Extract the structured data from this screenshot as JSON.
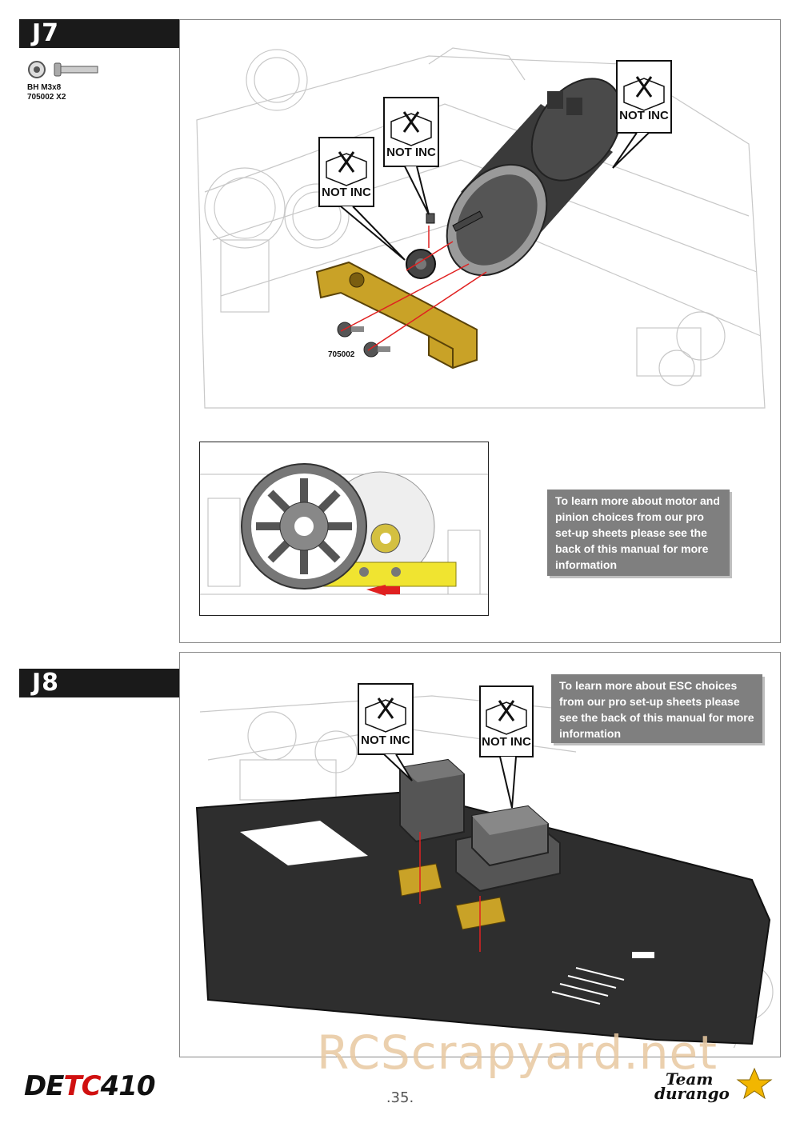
{
  "steps": {
    "j7": {
      "label": "J7",
      "parts": {
        "line1": "BH  M3x8",
        "line2": "705002  X2"
      },
      "not_inc": [
        "NOT INC",
        "NOT INC",
        "NOT INC"
      ],
      "part_number": "705002",
      "note": "To learn more about motor and pinion choices from our pro set-up sheets please see the back of this manual for more information"
    },
    "j8": {
      "label": "J8",
      "not_inc": [
        "NOT INC",
        "NOT INC"
      ],
      "note": "To learn more about ESC choices from our pro set-up sheets please see the back of this manual for more information"
    }
  },
  "footer": {
    "page_number": ".35.",
    "logo_left_a": "DE",
    "logo_left_b": "TC",
    "logo_left_c": "410",
    "logo_right_a": "Team",
    "logo_right_b": "durango"
  },
  "watermark": "RCScrapyard.net",
  "colors": {
    "brass": "#c9a227",
    "panel_gray": "#7f7f7f",
    "tab_black": "#1a1a1a",
    "arrow_red": "#e02020"
  }
}
